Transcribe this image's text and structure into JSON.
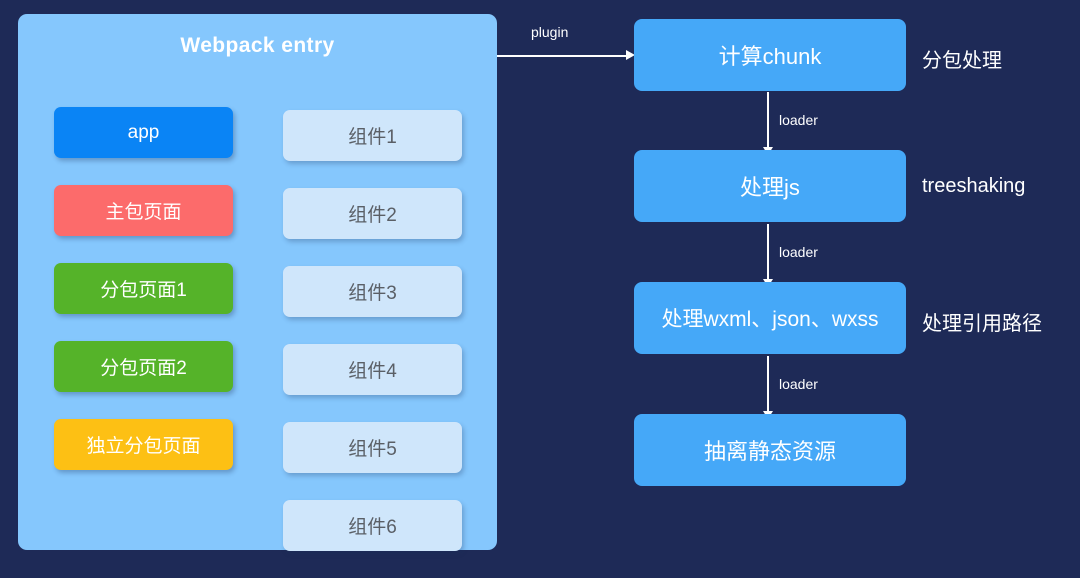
{
  "background_color": "#1e2a57",
  "entry_panel": {
    "title": "Webpack entry",
    "panel_color": "#85c7fd",
    "pages": [
      {
        "label": "app",
        "color": "#0a84f5"
      },
      {
        "label": "主包页面",
        "color": "#fc6b6b"
      },
      {
        "label": "分包页面1",
        "color": "#55b329"
      },
      {
        "label": "分包页面2",
        "color": "#55b329"
      },
      {
        "label": "独立分包页面",
        "color": "#fdc014"
      }
    ],
    "components": [
      {
        "label": "组件1",
        "color": "#cfe6fb"
      },
      {
        "label": "组件2",
        "color": "#cfe6fb"
      },
      {
        "label": "组件3",
        "color": "#cfe6fb"
      },
      {
        "label": "组件4",
        "color": "#cfe6fb"
      },
      {
        "label": "组件5",
        "color": "#cfe6fb"
      },
      {
        "label": "组件6",
        "color": "#cfe6fb"
      }
    ]
  },
  "connector": {
    "plugin_label": "plugin"
  },
  "pipeline": {
    "box_color": "#45a8f8",
    "steps": [
      {
        "label": "计算chunk",
        "note": "分包处理"
      },
      {
        "label": "处理js",
        "note": "treeshaking"
      },
      {
        "label": "处理wxml、json、wxss",
        "note": "处理引用路径"
      },
      {
        "label": "抽离静态资源",
        "note": ""
      }
    ],
    "arrow_labels": [
      "loader",
      "loader",
      "loader"
    ]
  }
}
